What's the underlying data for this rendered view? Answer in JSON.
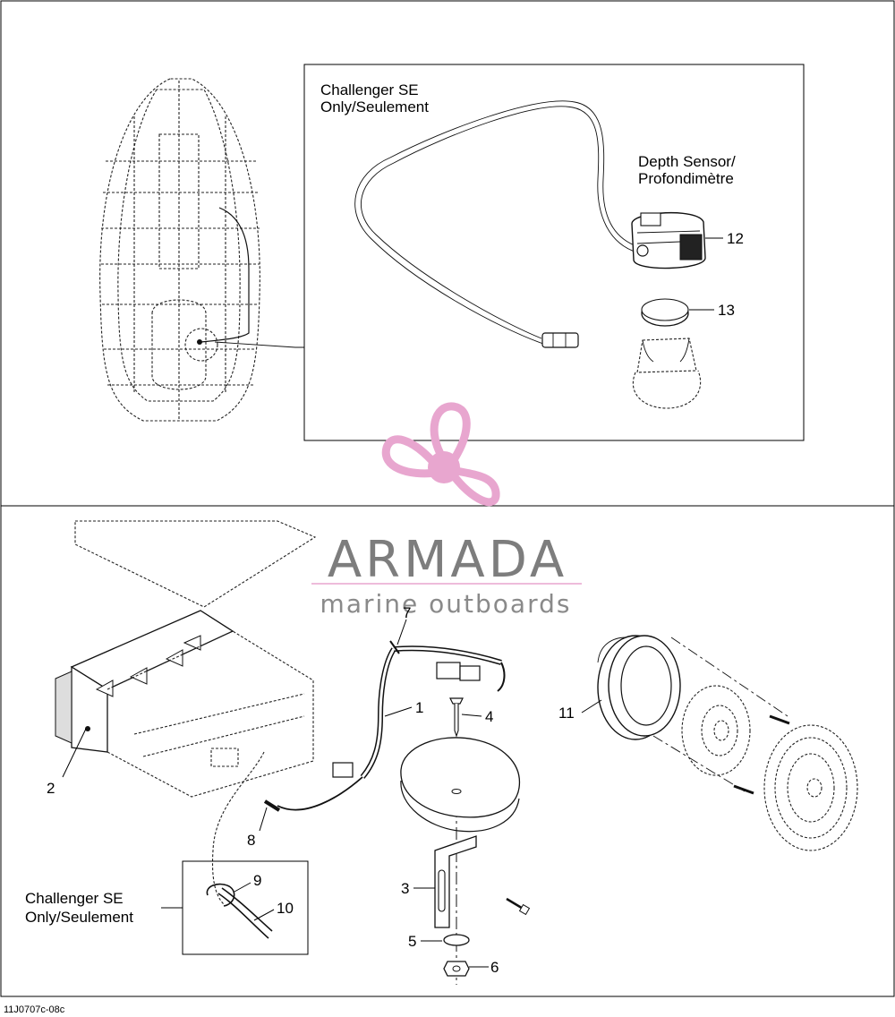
{
  "drawing_code": "11J0707c-08c",
  "watermark": {
    "brand": "ARMADA",
    "tagline": "marine outboards",
    "color_pink": "#e8a6cf",
    "color_gray": "#7d7d7d"
  },
  "detail_box": {
    "model_note_line1": "Challenger SE",
    "model_note_line2": "Only/Seulement",
    "sensor_label_line1": "Depth Sensor/",
    "sensor_label_line2": "Profondimètre"
  },
  "lower_note": {
    "line1": "Challenger SE",
    "line2": "Only/Seulement"
  },
  "callouts": {
    "c1": "1",
    "c2": "2",
    "c3": "3",
    "c4": "4",
    "c5": "5",
    "c6": "6",
    "c7": "7",
    "c8": "8",
    "c9": "9",
    "c10": "10",
    "c11": "11",
    "c12": "12",
    "c13": "13"
  }
}
